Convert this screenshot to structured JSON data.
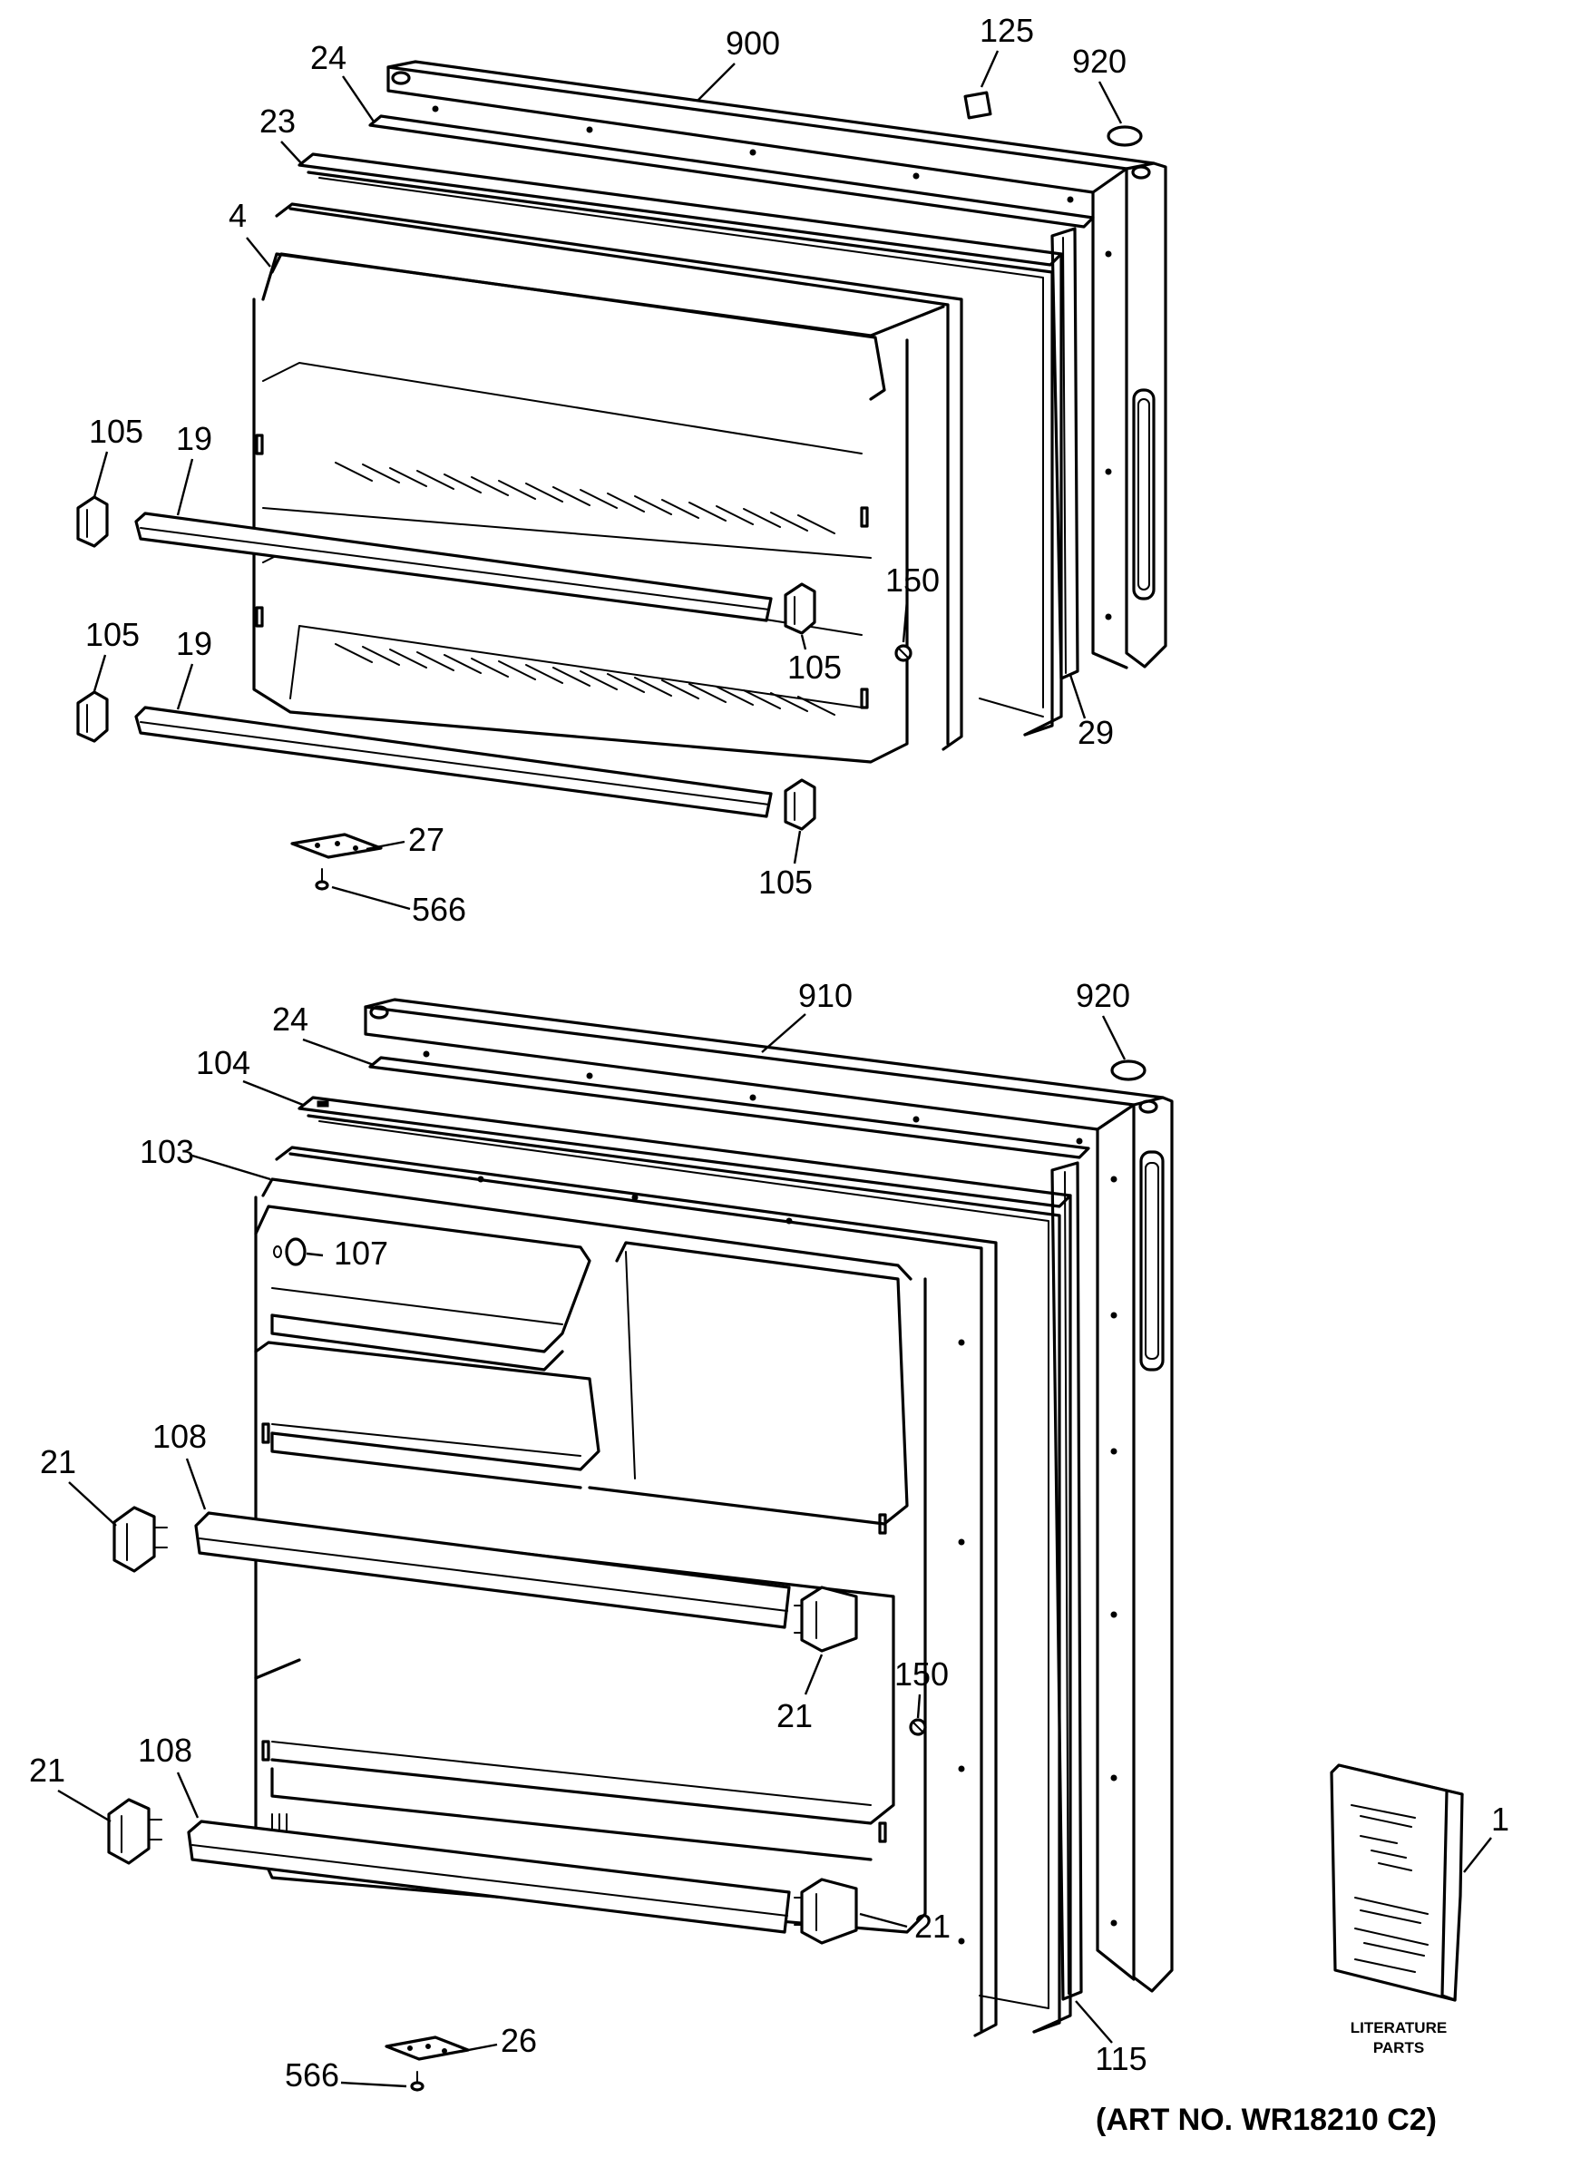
{
  "callouts": {
    "top": {
      "c900": "900",
      "c125": "125",
      "c920": "920",
      "c24": "24",
      "c23": "23",
      "c4": "4",
      "c105a": "105",
      "c19a": "19",
      "c105b": "105",
      "c19b": "19",
      "c150": "150",
      "c105c": "105",
      "c29": "29",
      "c27": "27",
      "c105d": "105",
      "c566": "566"
    },
    "bottom": {
      "c910": "910",
      "c920": "920",
      "c24": "24",
      "c104": "104",
      "c103": "103",
      "c107": "107",
      "c21a": "21",
      "c108a": "108",
      "c21b": "21",
      "c150": "150",
      "c21c": "21",
      "c108b": "108",
      "c21d": "21",
      "c115": "115",
      "c26": "26",
      "c566": "566",
      "c1": "1"
    }
  },
  "literature": {
    "line1": "LITERATURE",
    "line2": "PARTS"
  },
  "art_number": "(ART NO. WR18210 C2)"
}
